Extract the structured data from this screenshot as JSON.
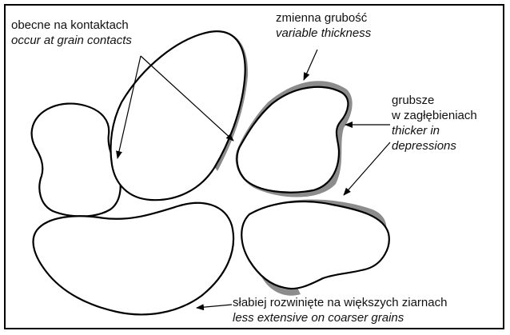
{
  "labels": {
    "contacts": {
      "pl": "obecne na kontaktach",
      "en": "occur at grain contacts"
    },
    "thickness": {
      "pl": "zmienna grubość",
      "en": "variable thickness"
    },
    "depressions": {
      "pl1": "grubsze",
      "pl2": "w zagłębieniach",
      "en1": "thicker in",
      "en2": "depressions"
    },
    "coarser": {
      "pl": "słabiej rozwinięte na większych ziarnach",
      "en": "less extensive on coarser grains"
    }
  },
  "colors": {
    "cement": "#8c8c8c",
    "outline": "#000000",
    "background": "#ffffff"
  }
}
